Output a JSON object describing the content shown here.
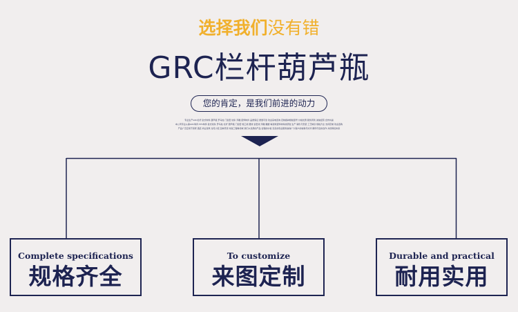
{
  "header": {
    "tagline_highlight": "选择我们",
    "tagline_rest": "没有错",
    "title": "GRC栏杆葫芦瓶",
    "subtitle": "您的肯定，是我们前进的动力"
  },
  "fine_print": {
    "line1": "专业生产GRC栏杆 欧式构件 葫芦瓶 罗马柱 门窗套 线条 浮雕 装饰构件 品质保证 质量可靠 欢迎来电咨询 定制各种规格型号 价格优惠 服务周到 诚信经营 合作共赢",
    "line2": "本公司专业从事GRC构件 EPS构件 欧式线条 罗马柱 栏杆 葫芦瓶 门窗套 檐口线 腰线 窗套线 浮雕 雕塑 等建筑装饰材料的研发 生产 销售与安装 工艺精湛 规格齐全 支持定制 欢迎选购",
    "line3": "产品广泛应用于别墅 酒店 商业建筑 住宅小区 园林景观 市政工程等领域 我们以优质的产品 合理的价格 完善的售后服务赢得广大客户的信赖与好评 期待与您的合作 共创辉煌未来"
  },
  "cards": [
    {
      "en": "Complete specifications",
      "zh": "规格齐全"
    },
    {
      "en": "To customize",
      "zh": "来图定制"
    },
    {
      "en": "Durable and practical",
      "zh": "耐用实用"
    }
  ],
  "colors": {
    "background": "#f1eeee",
    "navy": "#1d2351",
    "gold": "#f1b02c"
  }
}
